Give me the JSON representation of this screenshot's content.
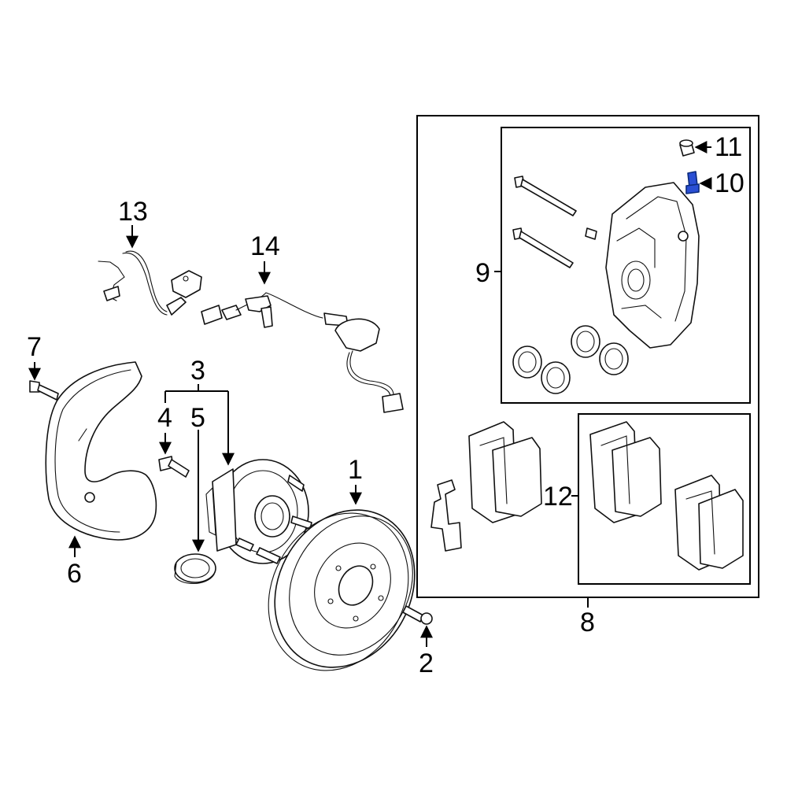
{
  "diagram": {
    "callouts": {
      "c1": "1",
      "c2": "2",
      "c3": "3",
      "c4": "4",
      "c5": "5",
      "c6": "6",
      "c7": "7",
      "c8": "8",
      "c9": "9",
      "c10": "10",
      "c11": "11",
      "c12": "12",
      "c13": "13",
      "c14": "14"
    },
    "colors": {
      "line": "#000000",
      "highlight_part": "#2a4fd4",
      "background": "#ffffff"
    }
  }
}
